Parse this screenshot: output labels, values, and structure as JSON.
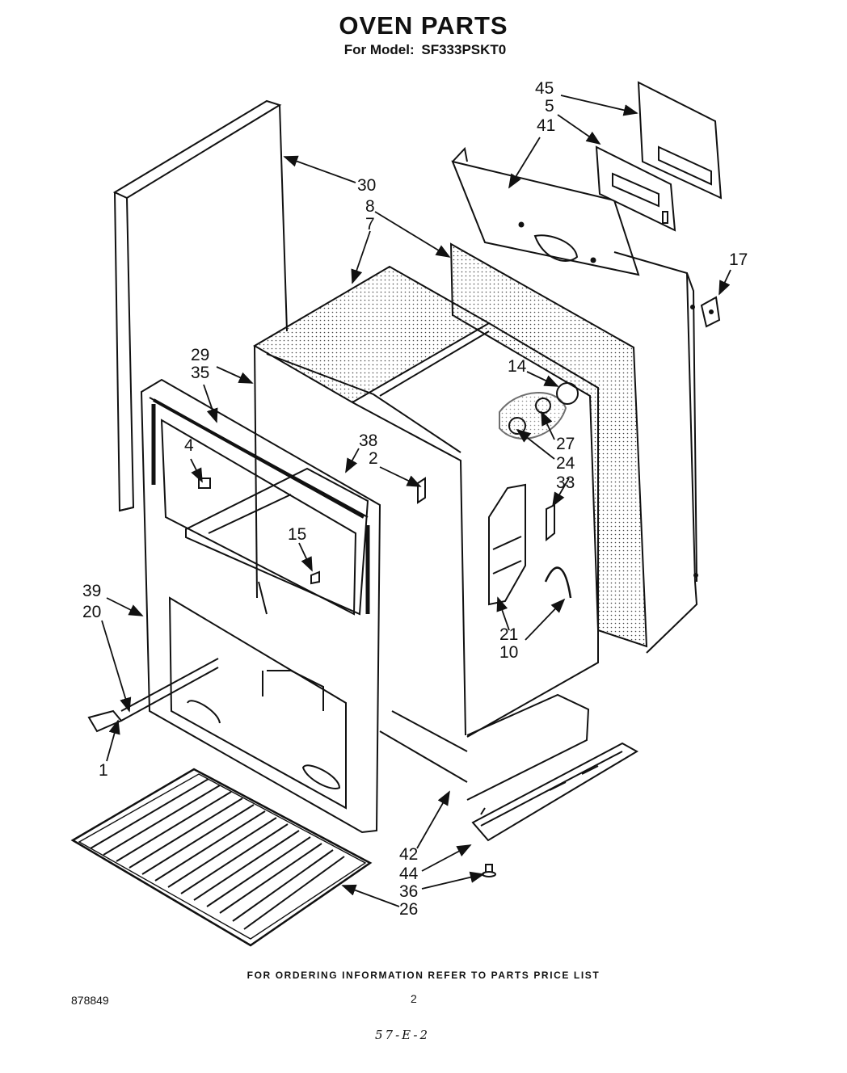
{
  "header": {
    "title": "OVEN PARTS",
    "model_label": "For Model:",
    "model_number": "SF333PSKT0"
  },
  "callouts": [
    "45",
    "5",
    "41",
    "30",
    "8",
    "7",
    "17",
    "29",
    "35",
    "14",
    "38",
    "2",
    "4",
    "27",
    "24",
    "33",
    "15",
    "39",
    "20",
    "21",
    "10",
    "1",
    "42",
    "44",
    "36",
    "26"
  ],
  "footer": {
    "ordering_note": "FOR ORDERING INFORMATION REFER TO PARTS PRICE LIST",
    "doc_number": "878849",
    "page_number": "2",
    "handwritten_note": "57-E-2"
  }
}
